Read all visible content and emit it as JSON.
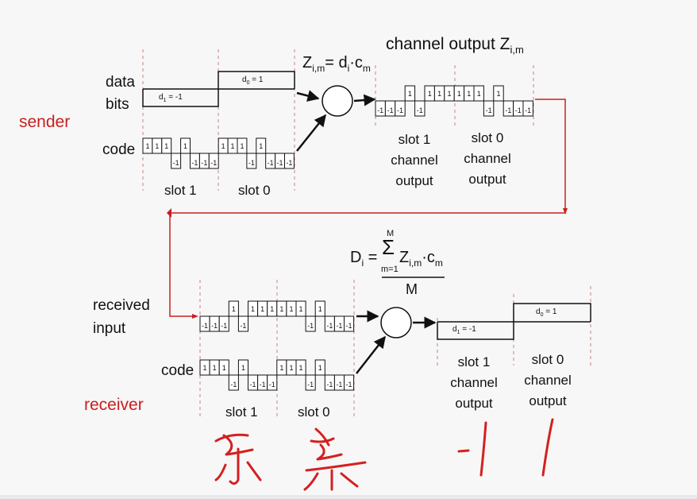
{
  "sender": {
    "label": "sender",
    "data_bits_label": [
      "data",
      "bits"
    ],
    "d1": "d",
    "d1_sub": "1",
    "d1_value": " = -1",
    "d0": "d",
    "d0_sub": "0",
    "d0_value": " = 1",
    "code_label": "code",
    "slot1": "slot 1",
    "slot0": "slot 0",
    "formula": {
      "Z": "Z",
      "sub": "i,m",
      "eq": "= d",
      "di_sub": "i",
      "dot": "·c",
      "cm_sub": "m"
    },
    "channel_output_title": "channel output Z",
    "channel_output_sub": "i,m",
    "slot1_out": [
      "slot 1",
      "channel",
      "output"
    ],
    "slot0_out": [
      "slot 0",
      "channel",
      "output"
    ]
  },
  "receiver": {
    "label": "receiver",
    "received_input": [
      "received",
      "input"
    ],
    "code_label": "code",
    "slot1": "slot 1",
    "slot0": "slot 0",
    "formula": {
      "D": "D",
      "D_sub": "i",
      "eq": " = ",
      "sigma": "Σ",
      "upper": "M",
      "lower": "m=1",
      "Z": "Z",
      "Z_sub": "i,m",
      "dot": "·c",
      "cm_sub": "m",
      "denominator": "M"
    },
    "d1": "d",
    "d1_sub": "1",
    "d1_value": " = -1",
    "d0": "d",
    "d0_sub": "0",
    "d0_value": " = 1",
    "slot1_out": [
      "slot 1",
      "channel",
      "output"
    ],
    "slot0_out": [
      "slot 0",
      "channel",
      "output"
    ]
  },
  "code_sequence": [
    1,
    1,
    1,
    -1,
    1,
    -1,
    -1,
    -1
  ],
  "channel_sequence": [
    -1,
    -1,
    -1,
    1,
    -1,
    1,
    1,
    1,
    1,
    1,
    1,
    -1,
    1,
    -1,
    -1,
    -1
  ],
  "handwriting": {
    "result_1": "-1",
    "result_2": "1"
  },
  "colors": {
    "red": "#c8201f",
    "ink": "#111111"
  }
}
